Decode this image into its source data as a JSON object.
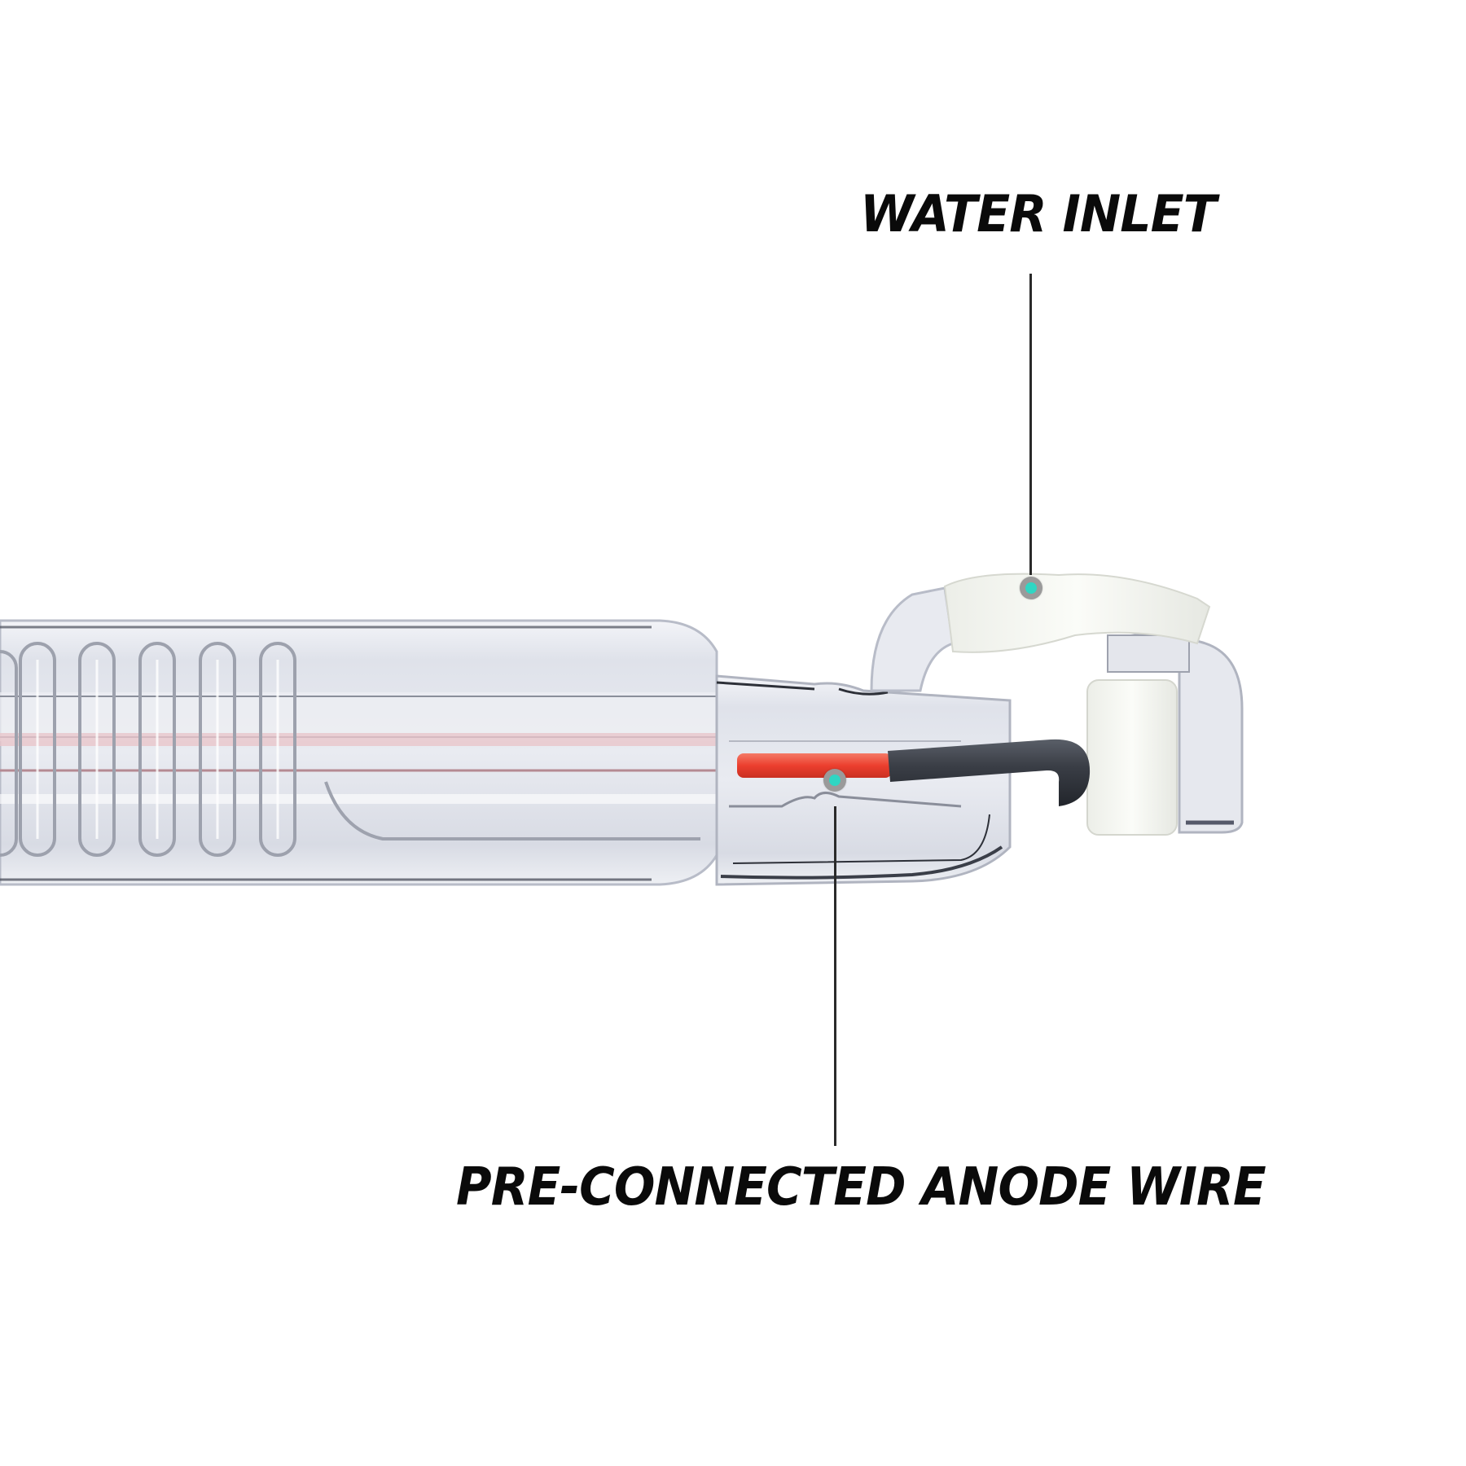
{
  "product_image": {
    "subject": "CO2 laser tube end (glass tube with cooling coil)",
    "background_color": "#ffffff",
    "accent_dot_color": "#2fd6c3",
    "dot_ring_color": "#9a9a9a",
    "wire_colors": {
      "inner_insulation": "#ee4a3a",
      "outer_sleeve": "#3c4048"
    }
  },
  "callouts": [
    {
      "id": "water-inlet",
      "label": "WATER INLET"
    },
    {
      "id": "anode-wire",
      "label": "PRE-CONNECTED ANODE WIRE"
    }
  ]
}
